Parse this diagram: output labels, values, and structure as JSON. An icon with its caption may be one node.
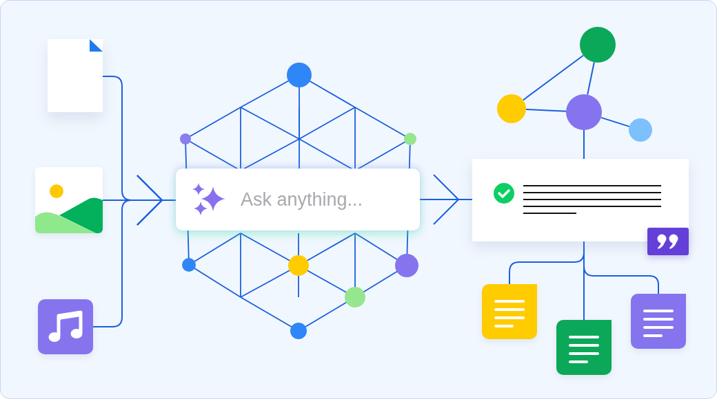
{
  "diagram": {
    "nodes": [
      {
        "text": [],
        "shape": "picture"
      },
      {
        "text": [],
        "shape": "picture"
      },
      {
        "text": [],
        "shape": "picture"
      },
      {
        "text": [
          "Ask anything..."
        ]
      },
      {
        "text": [],
        "shape": "box"
      },
      {
        "text": [],
        "shape": "circle"
      },
      {
        "text": [],
        "shape": "circle"
      },
      {
        "text": [],
        "shape": "circle"
      },
      {
        "text": [],
        "shape": "circle"
      },
      {
        "text": [],
        "shape": "picture"
      },
      {
        "text": [],
        "shape": "picture"
      },
      {
        "text": [],
        "shape": "picture"
      }
    ],
    "edges": [
      {
        "from": 0,
        "to": 3,
        "arrow": "to"
      },
      {
        "from": 1,
        "to": 3,
        "arrow": "to"
      },
      {
        "from": 2,
        "to": 3,
        "arrow": "to"
      },
      {
        "from": 3,
        "to": 4,
        "arrow": "to"
      },
      {
        "from": 5,
        "to": 6,
        "arrow": "none"
      },
      {
        "from": 5,
        "to": 7,
        "arrow": "none"
      },
      {
        "from": 6,
        "to": 7,
        "arrow": "none"
      },
      {
        "from": 7,
        "to": 8,
        "arrow": "none"
      },
      {
        "from": 7,
        "to": 4,
        "arrow": "none"
      },
      {
        "from": 4,
        "to": 9,
        "arrow": "none"
      },
      {
        "from": 4,
        "to": 10,
        "arrow": "none"
      },
      {
        "from": 4,
        "to": 11,
        "arrow": "none"
      }
    ]
  }
}
